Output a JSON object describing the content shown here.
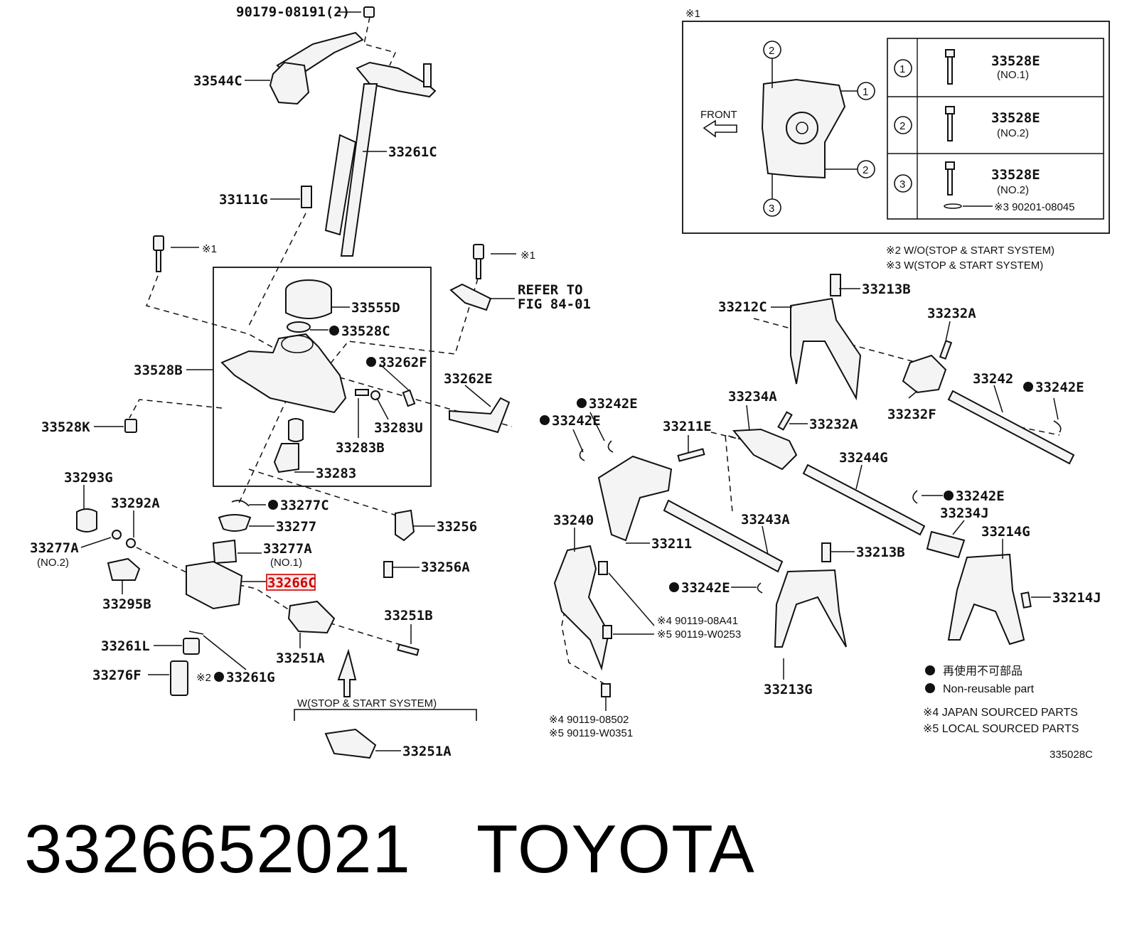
{
  "labels": {
    "p90179": "90179-08191(2)",
    "p33544C": "33544C",
    "p33261C": "33261C",
    "p33111G": "33111G",
    "star1a": "※1",
    "star1b": "※1",
    "refer1": "REFER TO",
    "refer2": "FIG 84-01",
    "p33555D": "33555D",
    "p33528C": "33528C",
    "p33528B": "33528B",
    "p33262F": "33262F",
    "p33262E": "33262E",
    "p33528K": "33528K",
    "p33283U": "33283U",
    "p33283B": "33283B",
    "p33283": "33283",
    "p33293G": "33293G",
    "p33292A": "33292A",
    "p33277C": "33277C",
    "p33277": "33277",
    "p33256": "33256",
    "p33277A_a": "33277A",
    "no2": "(NO.2)",
    "p33277A_b": "33277A",
    "no1": "(NO.1)",
    "p33256A": "33256A",
    "p33295B": "33295B",
    "p33266C": "33266C",
    "p33251B": "33251B",
    "p33261L": "33261L",
    "p33251A_a": "33251A",
    "p33276F": "33276F",
    "star2": "※2",
    "p33261G": "33261G",
    "wstop": "W(STOP & START SYSTEM)",
    "p33251A_b": "33251A",
    "p33242E_a": "33242E",
    "p33242E_b": "33242E",
    "p33211E": "33211E",
    "p33234A": "33234A",
    "p33232A_a": "33232A",
    "p33213B_a": "33213B",
    "p33212C": "33212C",
    "p33232A_b": "33232A",
    "p33232F": "33232F",
    "p33242": "33242",
    "p33242E_c": "33242E",
    "p33244G": "33244G",
    "p33242E_d": "33242E",
    "p33234J": "33234J",
    "p33240": "33240",
    "p33243A": "33243A",
    "p33211": "33211",
    "p33214G": "33214G",
    "p33213B_b": "33213B",
    "p33242E_e": "33242E",
    "p33214J": "33214J",
    "s4a": "※4 90119-08A41",
    "s5a": "※5 90119-W0253",
    "p33213G": "33213G",
    "s4b": "※4 90119-08502",
    "s5b": "※5 90119-W0351"
  },
  "inset": {
    "mark": "※1",
    "front": "FRONT",
    "rows": [
      {
        "num": "1",
        "part": "33528E",
        "sub": "(NO.1)",
        "extra": ""
      },
      {
        "num": "2",
        "part": "33528E",
        "sub": "(NO.2)",
        "extra": ""
      },
      {
        "num": "3",
        "part": "33528E",
        "sub": "(NO.2)",
        "extra": "※3 90201-08045"
      }
    ],
    "callouts": [
      "2",
      "1",
      "2",
      "3"
    ]
  },
  "notes": {
    "n2": "※2  W/O(STOP & START SYSTEM)",
    "n3": "※3 W(STOP & START SYSTEM)",
    "nonreuse_jp": "再使用不可部品",
    "nonreuse_en": "Non-reusable part",
    "n4": "※4 JAPAN SOURCED PARTS",
    "n5": "※5 LOCAL SOURCED PARTS",
    "fig": "335028C"
  },
  "caption": {
    "part_number": "3326652021",
    "brand": "TOYOTA"
  },
  "highlight_color": "#cc0000"
}
